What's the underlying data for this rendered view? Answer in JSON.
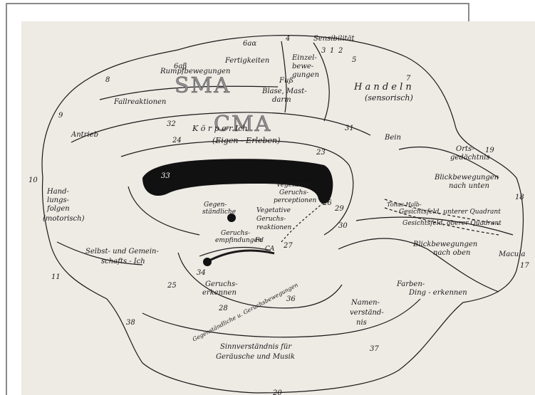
{
  "overlay_labels": {
    "sma": "SMA",
    "cma": "CMA"
  },
  "area_numbers": [
    "6aβ",
    "6aα",
    "4",
    "3",
    "1",
    "2",
    "5",
    "7",
    "8",
    "9",
    "10",
    "11",
    "32",
    "24",
    "23",
    "31",
    "33",
    "19",
    "18",
    "17",
    "26",
    "29",
    "30",
    "27",
    "25",
    "34",
    "28",
    "36",
    "38",
    "37",
    "20"
  ],
  "region_labels": {
    "sensibilitaet": "Sensibilität",
    "fertigkeiten": "Fertigkeiten",
    "rumpfhaltungen": "Rumpfbewegungen",
    "einzelbewegungen_1": "Einzel-",
    "einzelbewegungen_2": "bewe-",
    "einzelbewegungen_3": "gungen",
    "fuss": "Fuß",
    "blase_1": "Blase, Mast-",
    "blase_2": "darm",
    "handeln_1": "H a n d e l n",
    "handeln_2": "(sensorisch)",
    "fallreaktionen": "Fallreaktionen",
    "antrieb": "Antrieb",
    "koerper_ich": "K ö r p e r   Ich",
    "eigen_erleben": "(Eigen - Erleben)",
    "bein": "Bein",
    "ortsgedaechtnis_1": "Orts-",
    "ortsgedaechtnis_2": "gedächtnis",
    "blickbewegungen_unten_1": "Blickbewegungen",
    "blickbewegungen_unten_2": "nach unten",
    "tonus": "Tonus Halb-",
    "gesichtsfeld_unten": "Gesichtsfeld, unterer Quadrant",
    "gesichtsfeld_oben": "Gesichtsfeld, oberer Quadrant",
    "macula": "Macula",
    "blickbewegungen_oben_1": "Blickbewegungen",
    "blickbewegungen_oben_2": "nach oben",
    "handlungsfolgen_1": "Hand-",
    "handlungsfolgen_2": "lungs-",
    "handlungsfolgen_3": "folgen",
    "handlungsfolgen_4": "(motorisch)",
    "vegetative_perceptionen_1": "Vegetative",
    "vegetative_perceptionen_2": "Geruchs-",
    "vegetative_perceptionen_3": "perceptionen",
    "gegenstaendliche_1": "Gegen-",
    "gegenstaendliche_2": "ständliche",
    "vegetative_reaktionen_1": "Vegetative",
    "vegetative_reaktionen_2": "Geruchs-",
    "vegetative_reaktionen_3": "reaktionen",
    "geruchsempfindungen_1": "Geruchs-",
    "geruchsempfindungen_2": "empfindungen",
    "fd": "Fd",
    "ca": "CA",
    "selbst_1": "Selbst- und Gemein-",
    "selbst_2": "schafts - Ich",
    "geruchserkennen_1": "Geruchs-",
    "geruchserkennen_2": "erkennen",
    "gegenstaendliche_geruchsbewegungen": "Gegenständliche u. Geruchsbewegungen",
    "namen_1": "Namen-",
    "namen_2": "verständ-",
    "namen_3": "nis",
    "farben_1": "Farben-",
    "farben_2": "Ding - erkennen",
    "sinnverstaendnis_1": "Sinnverständnis für",
    "sinnverstaendnis_2": "Geräusche und Musik"
  }
}
